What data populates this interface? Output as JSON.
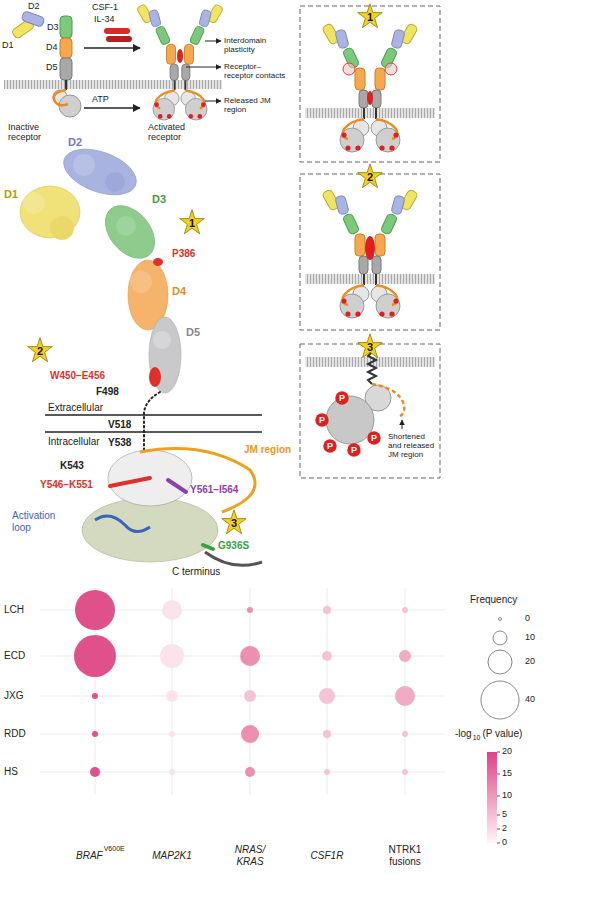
{
  "diagram": {
    "nodes": [
      {
        "text": [
          "1"
        ]
      },
      {
        "text": [
          "2"
        ]
      },
      {
        "text": [
          "1"
        ]
      },
      {
        "text": [
          "2"
        ]
      },
      {
        "text": [
          "3"
        ]
      },
      {
        "text": [
          "P"
        ]
      },
      {
        "text": [
          "P"
        ]
      },
      {
        "text": [
          "P"
        ]
      },
      {
        "text": [
          "P"
        ]
      },
      {
        "text": [
          "P"
        ]
      },
      {
        "text": [
          "3"
        ]
      }
    ],
    "labels": [
      "D1",
      "D2",
      "D3",
      "D4",
      "D5",
      "CSF-1",
      "IL-34",
      "ATP",
      "Interdomain plasticity",
      "Receptor–receptor contacts",
      "Released JM region",
      "Inactive receptor",
      "Activated receptor",
      "D1",
      "D2",
      "D3",
      "P386",
      "D4",
      "W450–E456",
      "D5",
      "F498",
      "Extracellular",
      "V518",
      "Intracellular",
      "Y538",
      "JM region",
      "K543",
      "Y546–K551",
      "Y561–I564",
      "Activation loop",
      "G936S",
      "C terminus",
      "Shortened and released JM region",
      "LCH",
      "ECD",
      "JXG",
      "RDD",
      "HS",
      "BRAF",
      "V600E",
      "MAP2K1",
      "NRAS/ KRAS",
      "CSF1R",
      "NTRK1 fusions",
      "Frequency",
      "-log",
      "10",
      "(P value)",
      "20",
      "15",
      "10",
      "5",
      "2",
      "0"
    ],
    "legend": [
      {
        "text": "0"
      },
      {
        "text": "10"
      },
      {
        "text": "20"
      },
      {
        "text": "40"
      }
    ]
  }
}
